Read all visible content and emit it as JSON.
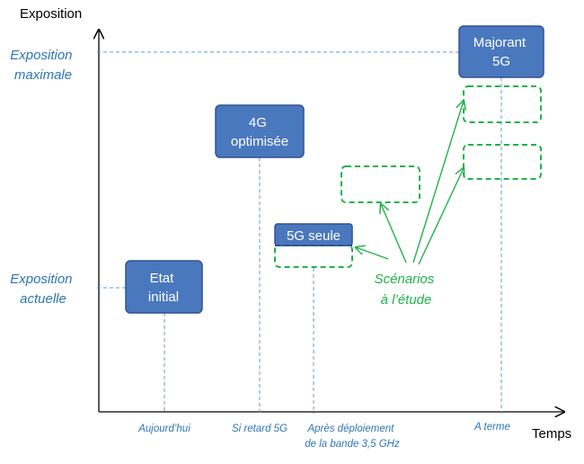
{
  "axes": {
    "y_title": "Exposition",
    "x_title": "Temps"
  },
  "y_levels": {
    "max_line1": "Exposition",
    "max_line2": "maximale",
    "current_line1": "Exposition",
    "current_line2": "actuelle"
  },
  "x_labels": {
    "today": "Aujourd’hui",
    "delay": "Si retard 5G",
    "after_line1": "Après déploiement",
    "after_line2": "de la bande 3,5 GHz",
    "term": "A terme"
  },
  "boxes": {
    "etat_line1": "Etat",
    "etat_line2": "initial",
    "g4_line1": "4G",
    "g4_line2": "optimisée",
    "g5_only": "5G seule",
    "majorant_line1": "Majorant",
    "majorant_line2": "5G"
  },
  "scenarios": {
    "line1": "Scénarios",
    "line2": "à l’étude"
  },
  "colors": {
    "box_fill": "#4a78be",
    "box_stroke": "#2f528f",
    "label_blue": "#2e75b6",
    "scenario_green": "#22b14c"
  }
}
